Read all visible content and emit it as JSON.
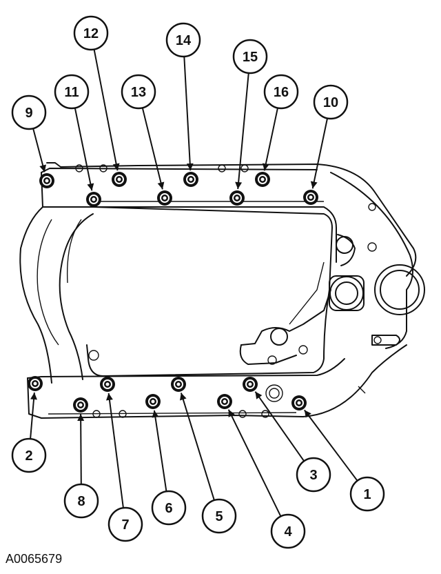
{
  "figure": {
    "caption": "A0065679",
    "callouts": [
      {
        "id": "1",
        "label": "1"
      },
      {
        "id": "2",
        "label": "2"
      },
      {
        "id": "3",
        "label": "3"
      },
      {
        "id": "4",
        "label": "4"
      },
      {
        "id": "5",
        "label": "5"
      },
      {
        "id": "6",
        "label": "6"
      },
      {
        "id": "7",
        "label": "7"
      },
      {
        "id": "8",
        "label": "8"
      },
      {
        "id": "9",
        "label": "9"
      },
      {
        "id": "10",
        "label": "10"
      },
      {
        "id": "11",
        "label": "11"
      },
      {
        "id": "12",
        "label": "12"
      },
      {
        "id": "13",
        "label": "13"
      },
      {
        "id": "14",
        "label": "14"
      },
      {
        "id": "15",
        "label": "15"
      },
      {
        "id": "16",
        "label": "16"
      }
    ]
  }
}
